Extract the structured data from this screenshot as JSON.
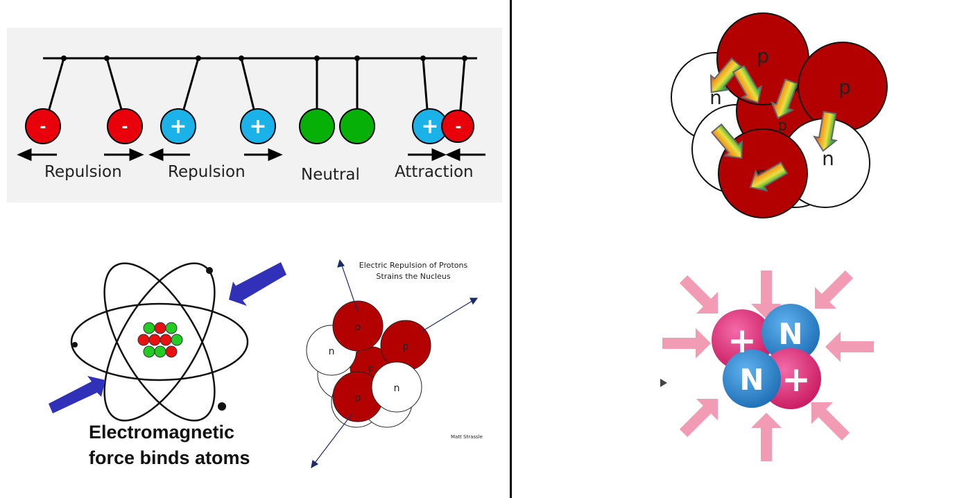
{
  "charges": {
    "labels": [
      "Repulsion",
      "Repulsion",
      "Neutral",
      "Attraction"
    ],
    "minus": "-",
    "plus": "+",
    "colors": {
      "negative": "#e8000b",
      "positive": "#1ab2e8",
      "neutral": "#06b006"
    }
  },
  "atom": {
    "title_line1": "Electromagnetic",
    "title_line2": "force binds atoms",
    "arrow_color": "#3030b8"
  },
  "nucleus": {
    "caption_line1": "Electric Repulsion of Protons",
    "caption_line2": "Strains the Nucleus",
    "credit": "Matt Strassle",
    "proton": "p",
    "neutron": "n",
    "proton_color": "#b30000"
  },
  "strong": {
    "plus": "+",
    "n": "N",
    "colors": {
      "proton": "#e0307a",
      "neutron": "#2e8fd6",
      "arrow": "#f08aa8"
    }
  }
}
